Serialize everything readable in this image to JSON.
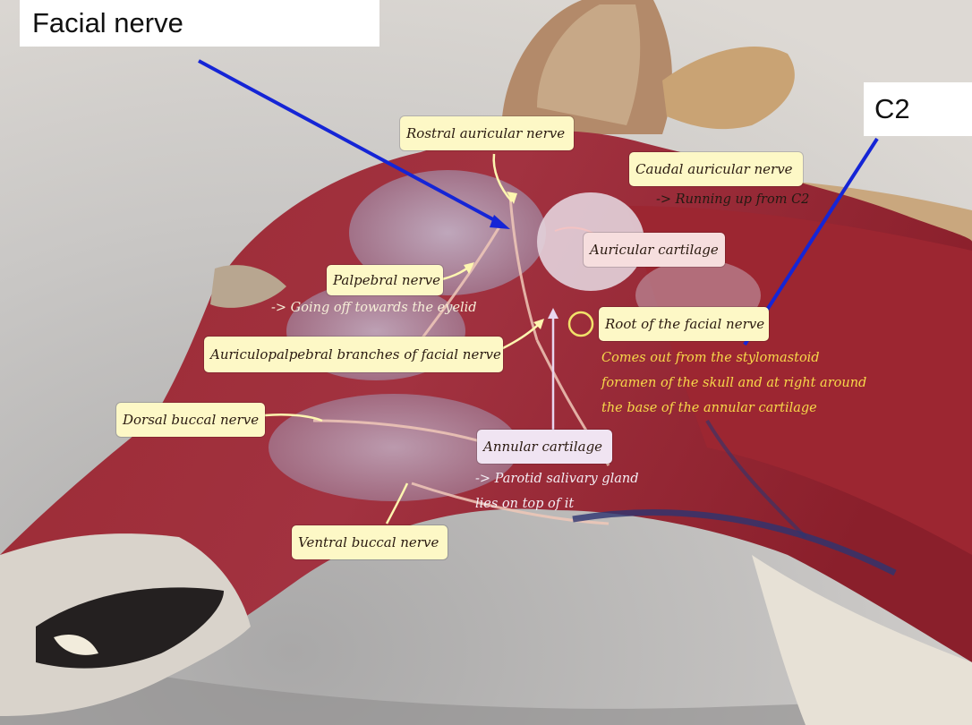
{
  "titles": {
    "facial_nerve": "Facial nerve",
    "c2": "C2"
  },
  "labels": {
    "rostral_auricular": "Rostral auricular nerve",
    "caudal_auricular": "Caudal auricular nerve",
    "auricular_cartilage": "Auricular cartilage",
    "palpebral": "Palpebral nerve",
    "root_facial": "Root of the facial nerve",
    "auriculopalpebral": "Auriculopalpebral branches of facial nerve",
    "dorsal_buccal": "Dorsal buccal nerve",
    "annular_cartilage": "Annular cartilage",
    "ventral_buccal": "Ventral buccal nerve"
  },
  "notes": {
    "caudal_auricular": "-> Running up from C2",
    "palpebral": "-> Going off towards the eyelid",
    "root_facial_1": "Comes out from the stylomastoid",
    "root_facial_2": "foramen of the skull and at right around",
    "root_facial_3": "the base of the annular cartilage",
    "annular_1": "-> Parotid salivary gland",
    "annular_2": "lies on top of it"
  },
  "colors": {
    "pointer_blue": "#1525d6",
    "yellow_label": "#fdf8c6",
    "pink_label": "#f6dede",
    "lilac_label": "#f0e4f2",
    "gold_text": "#f7d84a"
  }
}
